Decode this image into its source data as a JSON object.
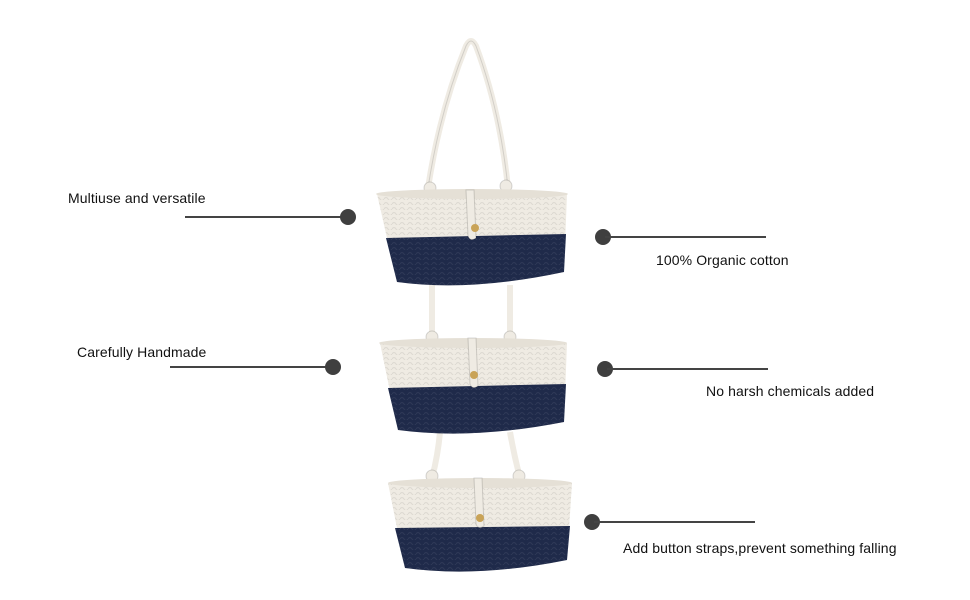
{
  "callouts": {
    "left": [
      {
        "text": "Multiuse and versatile"
      },
      {
        "text": "Carefully Handmade"
      }
    ],
    "right": [
      {
        "text": "100% Organic cotton"
      },
      {
        "text": "No harsh chemicals added"
      },
      {
        "text": "Add button straps,prevent something falling"
      }
    ]
  },
  "colors": {
    "rope_cream": "#efebe3",
    "navy": "#1f2a4a",
    "connector": "#444444",
    "button_wood": "#c9a357"
  }
}
